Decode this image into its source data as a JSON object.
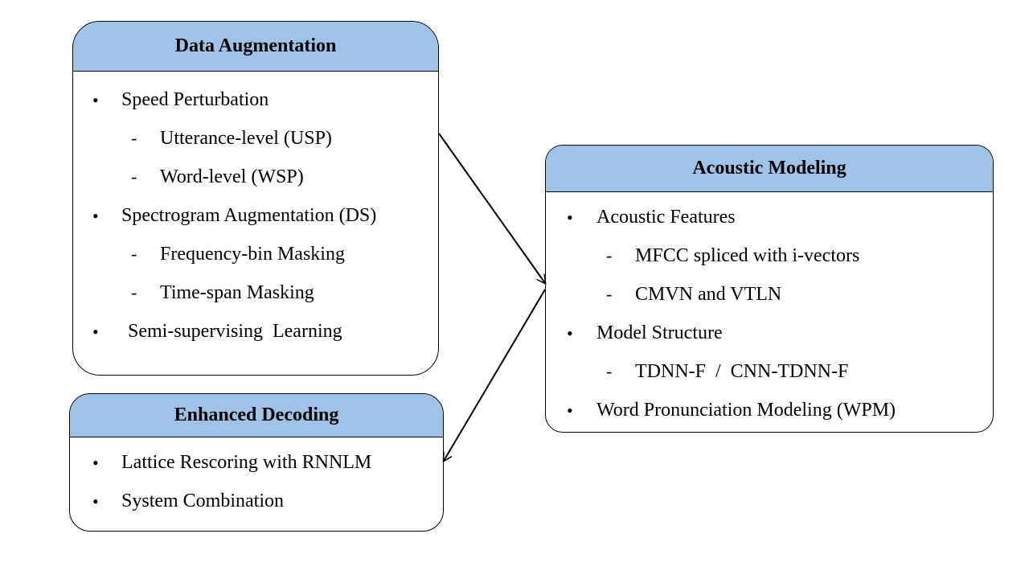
{
  "data_augmentation": {
    "title": "Data Augmentation",
    "items": [
      {
        "marker": "•",
        "text": "Speed Perturbation"
      },
      {
        "marker": "-",
        "text": "Utterance-level (USP)"
      },
      {
        "marker": "-",
        "text": "Word-level (WSP)"
      },
      {
        "marker": "•",
        "text": "Spectrogram Augmentation (DS)"
      },
      {
        "marker": "-",
        "text": "Frequency-bin Masking"
      },
      {
        "marker": "-",
        "text": "Time-span Masking"
      },
      {
        "marker": "•",
        "text": "Semi-supervising  Learning"
      }
    ]
  },
  "acoustic_modeling": {
    "title": "Acoustic Modeling",
    "items": [
      {
        "marker": "•",
        "text": "Acoustic Features"
      },
      {
        "marker": "-",
        "text": "MFCC spliced with i-vectors"
      },
      {
        "marker": "-",
        "text": "CMVN and VTLN"
      },
      {
        "marker": "•",
        "text": "Model Structure"
      },
      {
        "marker": "-",
        "text": "TDNN-F  /  CNN-TDNN-F"
      },
      {
        "marker": "•",
        "text": "Word Pronunciation Modeling (WPM)"
      }
    ]
  },
  "enhanced_decoding": {
    "title": "Enhanced Decoding",
    "items": [
      {
        "marker": "•",
        "text": "Lattice Rescoring with RNNLM"
      },
      {
        "marker": "•",
        "text": "System Combination"
      }
    ]
  },
  "connections": [
    {
      "from": "data_augmentation",
      "to": "acoustic_modeling"
    },
    {
      "from": "acoustic_modeling",
      "to": "enhanced_decoding"
    }
  ],
  "colors": {
    "header_fill": "#9dc3e6",
    "border": "#000000",
    "arrow": "#000000"
  }
}
